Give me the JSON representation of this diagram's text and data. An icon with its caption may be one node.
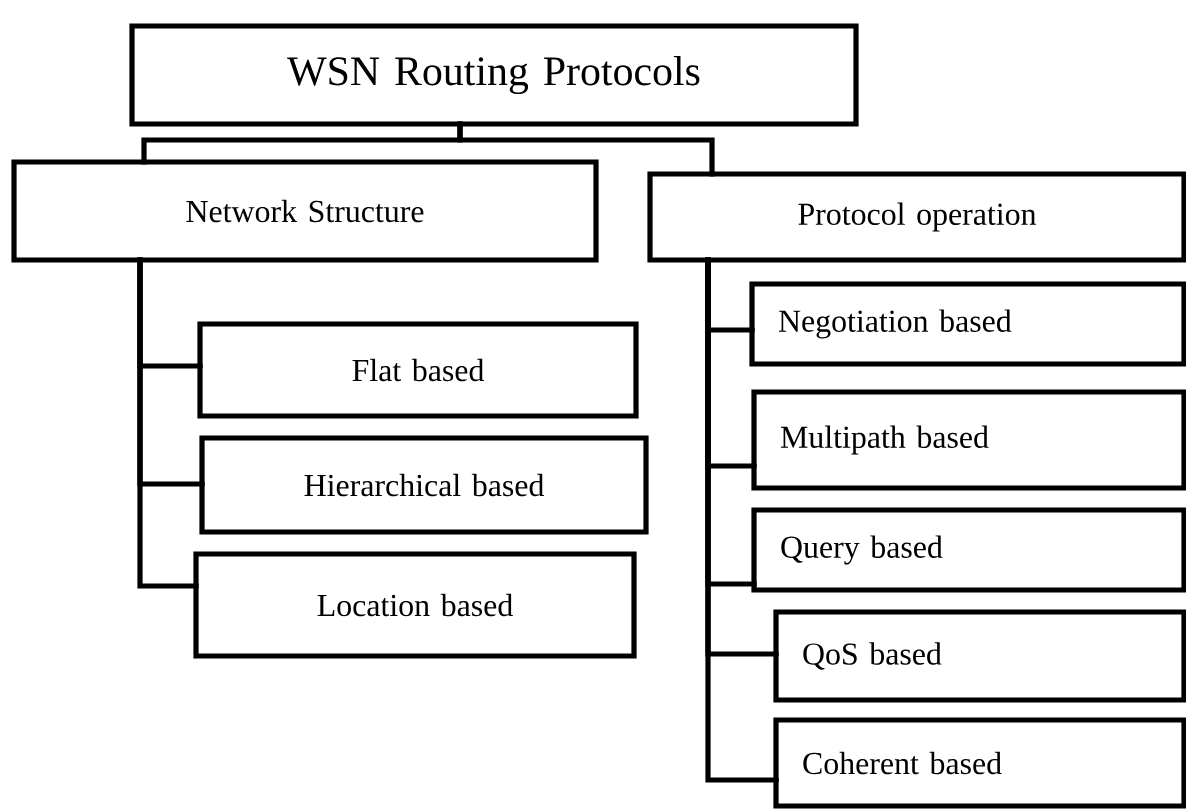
{
  "diagram": {
    "nodes": [
      {
        "text": [
          "WSN Routing Protocols"
        ]
      },
      {
        "text": [
          "Network Structure"
        ]
      },
      {
        "text": [
          "Protocol operation"
        ]
      },
      {
        "text": [
          "Flat based"
        ]
      },
      {
        "text": [
          "Hierarchical based"
        ]
      },
      {
        "text": [
          "Location based"
        ]
      },
      {
        "text": [
          "Negotiation based"
        ]
      },
      {
        "text": [
          "Multipath based"
        ]
      },
      {
        "text": [
          "Query based"
        ]
      },
      {
        "text": [
          "QoS based"
        ]
      },
      {
        "text": [
          "Coherent based"
        ]
      }
    ],
    "edges": [
      {
        "from": 0,
        "to": 1,
        "arrow": "none"
      },
      {
        "from": 0,
        "to": 2,
        "arrow": "none"
      },
      {
        "from": 1,
        "to": 3,
        "arrow": "none"
      },
      {
        "from": 1,
        "to": 4,
        "arrow": "none"
      },
      {
        "from": 1,
        "to": 5,
        "arrow": "none"
      },
      {
        "from": 2,
        "to": 6,
        "arrow": "none"
      },
      {
        "from": 2,
        "to": 7,
        "arrow": "none"
      },
      {
        "from": 2,
        "to": 8,
        "arrow": "none"
      },
      {
        "from": 2,
        "to": 9,
        "arrow": "none"
      },
      {
        "from": 2,
        "to": 10,
        "arrow": "none"
      }
    ]
  }
}
